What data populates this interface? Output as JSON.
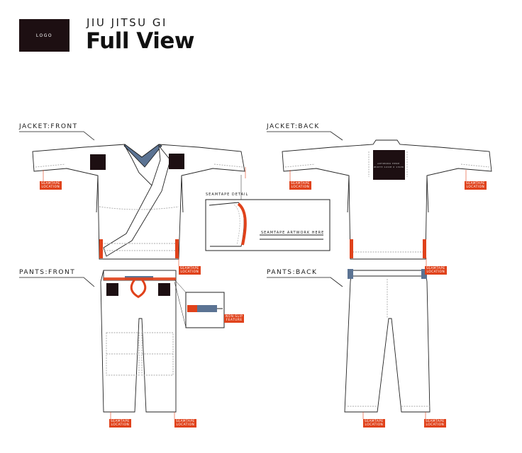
{
  "header": {
    "logo_label": "LOGO",
    "subtitle": "JIU JITSU GI",
    "title": "Full View"
  },
  "sections": {
    "jacket_front": "JACKET:FRONT",
    "jacket_back": "JACKET:BACK",
    "pants_front": "PANTS:FRONT",
    "pants_back": "PANTS:BACK"
  },
  "detail": {
    "seamtape_title": "SEAMTAPE DETAIL",
    "seamtape_artwork": "SEAMTAPE ARTWORK HERE"
  },
  "callouts": {
    "seamtape_line1": "SEAMTAPE",
    "seamtape_line2": "LOCATION",
    "nonslip_line1": "NON-SLIP",
    "nonslip_line2": "FEATURE"
  },
  "back_artwork": {
    "line1": "ARTWORK HERE",
    "line2": "WIDTH 12CM X 13CM"
  },
  "colors": {
    "seamtape": "#e0421b",
    "collar": "#5b7393",
    "patch": "#1d0f12"
  }
}
